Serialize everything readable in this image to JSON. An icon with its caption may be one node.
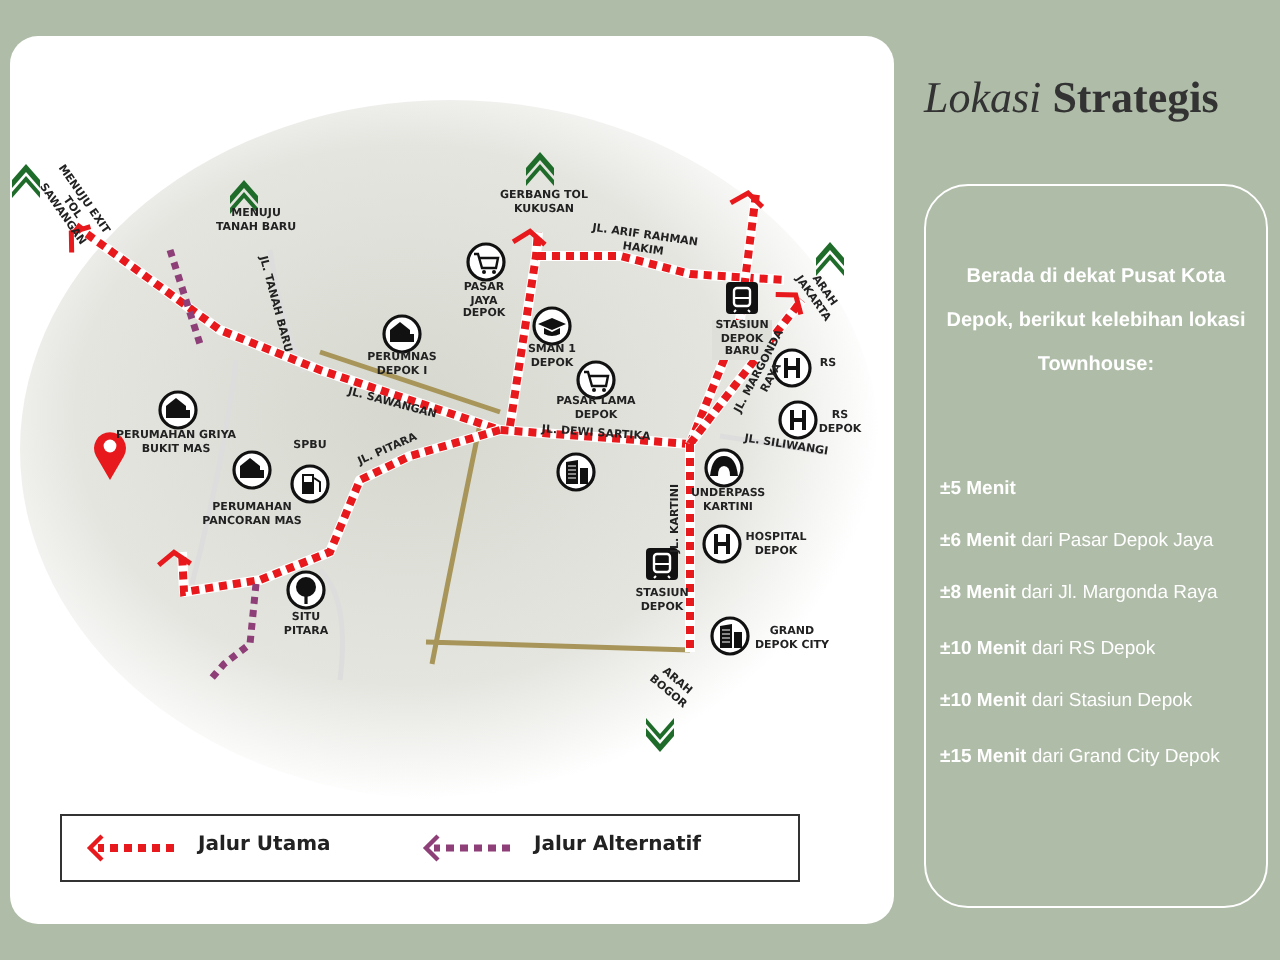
{
  "diagram": {
    "title": "*Lokasi* **Strategis**",
    "labels": [
      "MENUJU EXIT TOL SAWANGAN",
      "MENUJU TANAH BARU",
      "GERBANG TOL KUKUSAN",
      "JL. ARIF RAHMAN HAKIM",
      "ARAH JAKARTA",
      "JL. TANAH BARU",
      "PASAR JAYA DEPOK",
      "STASIUN DEPOK BARU",
      "SMAN 1 DEPOK",
      "JL. MARGONDA RAYA",
      "PERUMNAS DEPOK I",
      "RS",
      "PASAR LAMA DEPOK",
      "JL. SAWANGAN",
      "RS DEPOK",
      "JL. DEWI SARTIKA",
      "JL. SILIWANGI",
      "PERUMAHAN GRIYA BUKIT MAS",
      "SPBU",
      "JL. PITARA",
      "UNDERPASS KARTINI",
      "JL. KARTINI",
      "PERUMAHAN PANCORAN MAS",
      "HOSPITAL DEPOK",
      "STASIUN DEPOK",
      "SITU PITARA",
      "GRAND DEPOK CITY",
      "ARAH BOGOR",
      "Berada di dekat Pusat Kota Depok, berikut kelebihan lokasi Townhouse:",
      "**±5 Menit**",
      "**±6 Menit** dari Pasar Depok Jaya",
      "**±8 Menit** dari Jl. Margonda Raya",
      "**±10 Menit** dari RS Depok",
      "**±10 Menit** dari Stasiun Depok",
      "**±15 Menit** dari Grand City Depok"
    ],
    "legend": [
      {
        "text": "Jalur Utama"
      },
      {
        "text": "Jalur Alternatif"
      }
    ]
  }
}
